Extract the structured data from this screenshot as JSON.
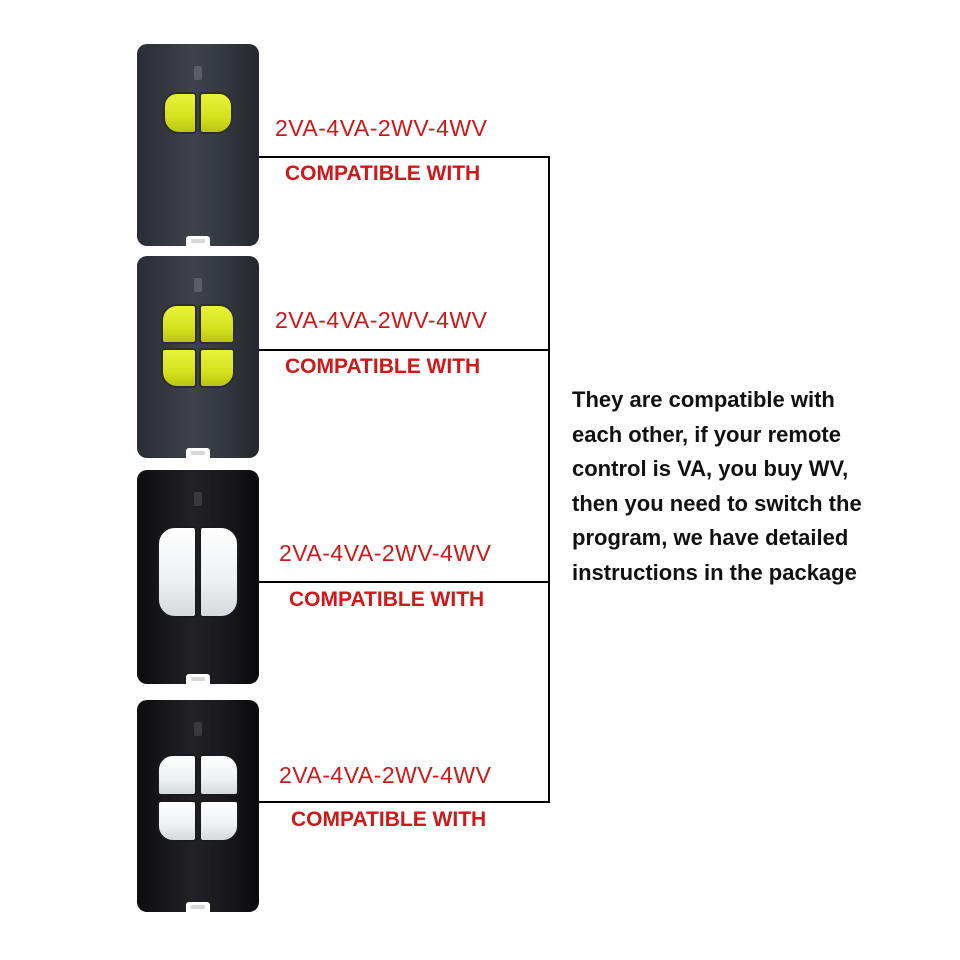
{
  "panels": [
    {
      "variant": "2-button yellow",
      "model_text": "2VA-4VA-2WV-4WV",
      "compat_text": "COMPATIBLE WITH"
    },
    {
      "variant": "4-button yellow",
      "model_text": "2VA-4VA-2WV-4WV",
      "compat_text": "COMPATIBLE WITH"
    },
    {
      "variant": "2-button white",
      "model_text": "2VA-4VA-2WV-4WV",
      "compat_text": "COMPATIBLE WITH"
    },
    {
      "variant": "4-button white",
      "model_text": "2VA-4VA-2WV-4WV",
      "compat_text": "COMPATIBLE WITH"
    }
  ],
  "description_lines": [
    "They are compatible with",
    "each other, if your remote",
    "control is VA, you buy WV,",
    "then you need to switch the",
    "program, we have detailed",
    "instructions in the package"
  ],
  "colors": {
    "label_red": "#d01818",
    "button_yellow": "#dbe624",
    "button_white": "#f2f3f5",
    "remote_grey": "#33363c",
    "remote_black": "#141416",
    "connector_line": "#000000"
  }
}
